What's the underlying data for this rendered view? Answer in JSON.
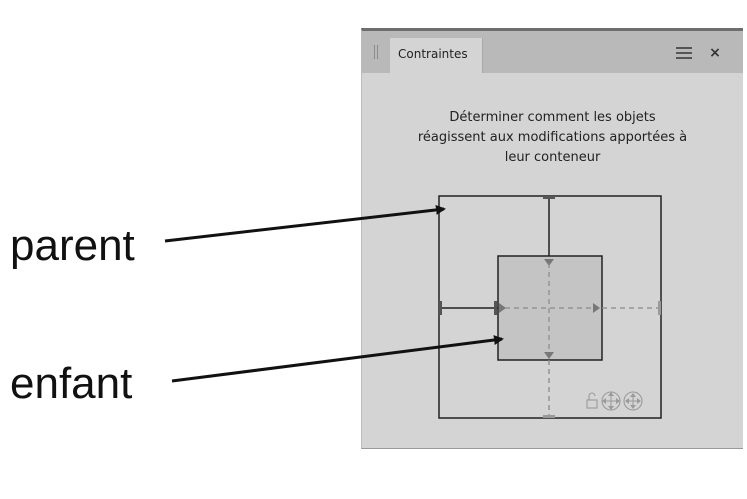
{
  "annotations": {
    "parent_label": "parent",
    "child_label": "enfant"
  },
  "panel": {
    "tab_title": "Contraintes",
    "description_lines": [
      "Déterminer comment les objets",
      "réagissent aux modifications apportées à",
      "leur conteneur"
    ],
    "header_icons": [
      "grip-icon",
      "menu-icon",
      "close-icon"
    ],
    "diagram_icons": [
      "lock-icon",
      "scale-proportional-icon",
      "move-icon"
    ]
  },
  "colors": {
    "panel_bg": "#d4d4d4",
    "header_bg": "#b9b9b9",
    "child_fill": "#c4c4c4",
    "constraint_solid": "#222222",
    "constraint_dashed": "#8a8a8a"
  }
}
